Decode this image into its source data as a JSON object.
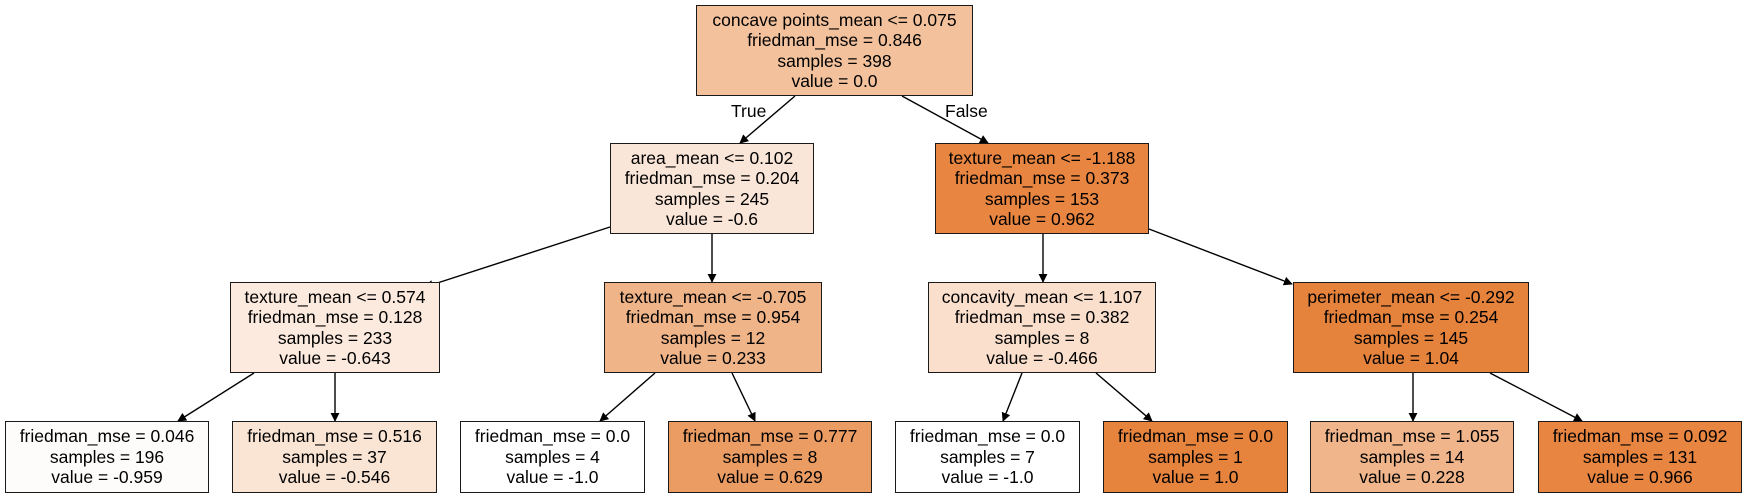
{
  "edge_labels": {
    "true_label": "True",
    "false_label": "False"
  },
  "nodes": [
    {
      "lines": [
        "concave points_mean <= 0.075",
        "friedman_mse = 0.846",
        "samples = 398",
        "value = 0.0"
      ],
      "fill": "#f3c29d"
    },
    {
      "lines": [
        "area_mean <= 0.102",
        "friedman_mse = 0.204",
        "samples = 245",
        "value = -0.6"
      ],
      "fill": "#fae6d8"
    },
    {
      "lines": [
        "texture_mean <= -1.188",
        "friedman_mse = 0.373",
        "samples = 153",
        "value = 0.962"
      ],
      "fill": "#e88540"
    },
    {
      "lines": [
        "texture_mean <= 0.574",
        "friedman_mse = 0.128",
        "samples = 233",
        "value = -0.643"
      ],
      "fill": "#fceade"
    },
    {
      "lines": [
        "texture_mean <= -0.705",
        "friedman_mse = 0.954",
        "samples = 12",
        "value = 0.233"
      ],
      "fill": "#f0b489"
    },
    {
      "lines": [
        "concavity_mean <= 1.107",
        "friedman_mse = 0.382",
        "samples = 8",
        "value = -0.466"
      ],
      "fill": "#f9dfcc"
    },
    {
      "lines": [
        "perimeter_mean <= -0.292",
        "friedman_mse = 0.254",
        "samples = 145",
        "value = 1.04"
      ],
      "fill": "#e5823b"
    },
    {
      "lines": [
        "friedman_mse = 0.046",
        "samples = 196",
        "value = -0.959"
      ],
      "fill": "#fefcfb"
    },
    {
      "lines": [
        "friedman_mse = 0.516",
        "samples = 37",
        "value = -0.546"
      ],
      "fill": "#fae4d3"
    },
    {
      "lines": [
        "friedman_mse = 0.0",
        "samples = 4",
        "value = -1.0"
      ],
      "fill": "#ffffff"
    },
    {
      "lines": [
        "friedman_mse = 0.777",
        "samples = 8",
        "value = 0.629"
      ],
      "fill": "#eb9c63"
    },
    {
      "lines": [
        "friedman_mse = 0.0",
        "samples = 7",
        "value = -1.0"
      ],
      "fill": "#ffffff"
    },
    {
      "lines": [
        "friedman_mse = 0.0",
        "samples = 1",
        "value = 1.0"
      ],
      "fill": "#e6833c"
    },
    {
      "lines": [
        "friedman_mse = 1.055",
        "samples = 14",
        "value = 0.228"
      ],
      "fill": "#f0b58a"
    },
    {
      "lines": [
        "friedman_mse = 0.092",
        "samples = 131",
        "value = 0.966"
      ],
      "fill": "#e88540"
    }
  ]
}
